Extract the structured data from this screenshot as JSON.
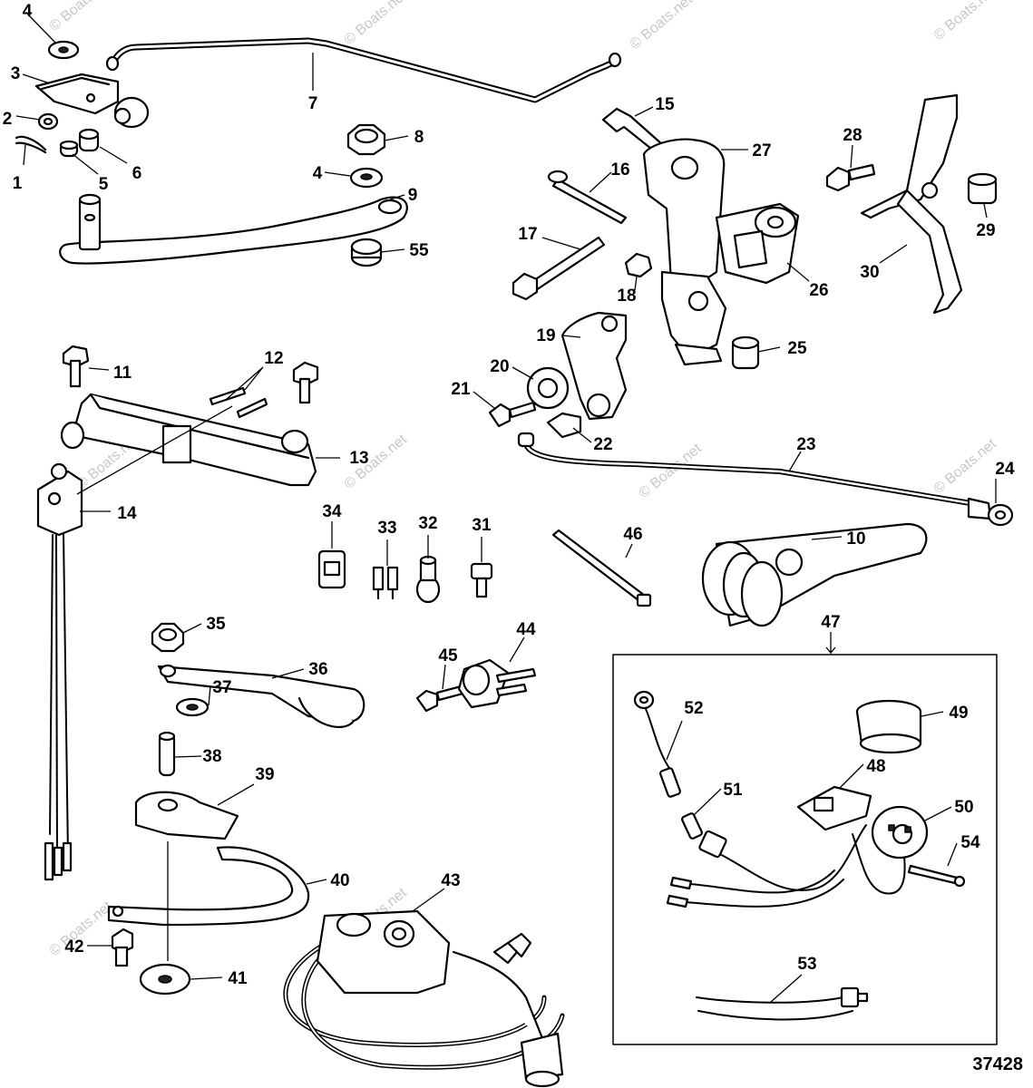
{
  "diagram": {
    "figure_number": "37428",
    "watermark": "© Boats.net",
    "callouts": [
      {
        "id": "1",
        "label": "1"
      },
      {
        "id": "2",
        "label": "2"
      },
      {
        "id": "3",
        "label": "3"
      },
      {
        "id": "4a",
        "label": "4"
      },
      {
        "id": "5",
        "label": "5"
      },
      {
        "id": "6",
        "label": "6"
      },
      {
        "id": "7",
        "label": "7"
      },
      {
        "id": "8",
        "label": "8"
      },
      {
        "id": "4b",
        "label": "4"
      },
      {
        "id": "9",
        "label": "9"
      },
      {
        "id": "55",
        "label": "55"
      },
      {
        "id": "10",
        "label": "10"
      },
      {
        "id": "11",
        "label": "11"
      },
      {
        "id": "12",
        "label": "12"
      },
      {
        "id": "13",
        "label": "13"
      },
      {
        "id": "14",
        "label": "14"
      },
      {
        "id": "15",
        "label": "15"
      },
      {
        "id": "16",
        "label": "16"
      },
      {
        "id": "17",
        "label": "17"
      },
      {
        "id": "18",
        "label": "18"
      },
      {
        "id": "19",
        "label": "19"
      },
      {
        "id": "20",
        "label": "20"
      },
      {
        "id": "21",
        "label": "21"
      },
      {
        "id": "22",
        "label": "22"
      },
      {
        "id": "23",
        "label": "23"
      },
      {
        "id": "24",
        "label": "24"
      },
      {
        "id": "25",
        "label": "25"
      },
      {
        "id": "26",
        "label": "26"
      },
      {
        "id": "27",
        "label": "27"
      },
      {
        "id": "28",
        "label": "28"
      },
      {
        "id": "29",
        "label": "29"
      },
      {
        "id": "30",
        "label": "30"
      },
      {
        "id": "31",
        "label": "31"
      },
      {
        "id": "32",
        "label": "32"
      },
      {
        "id": "33",
        "label": "33"
      },
      {
        "id": "34",
        "label": "34"
      },
      {
        "id": "35",
        "label": "35"
      },
      {
        "id": "36",
        "label": "36"
      },
      {
        "id": "37",
        "label": "37"
      },
      {
        "id": "38",
        "label": "38"
      },
      {
        "id": "39",
        "label": "39"
      },
      {
        "id": "40",
        "label": "40"
      },
      {
        "id": "41",
        "label": "41"
      },
      {
        "id": "42",
        "label": "42"
      },
      {
        "id": "43",
        "label": "43"
      },
      {
        "id": "44",
        "label": "44"
      },
      {
        "id": "45",
        "label": "45"
      },
      {
        "id": "46",
        "label": "46"
      },
      {
        "id": "47",
        "label": "47"
      },
      {
        "id": "48",
        "label": "48"
      },
      {
        "id": "49",
        "label": "49"
      },
      {
        "id": "50",
        "label": "50"
      },
      {
        "id": "51",
        "label": "51"
      },
      {
        "id": "52",
        "label": "52"
      },
      {
        "id": "53",
        "label": "53"
      },
      {
        "id": "54",
        "label": "54"
      }
    ]
  }
}
